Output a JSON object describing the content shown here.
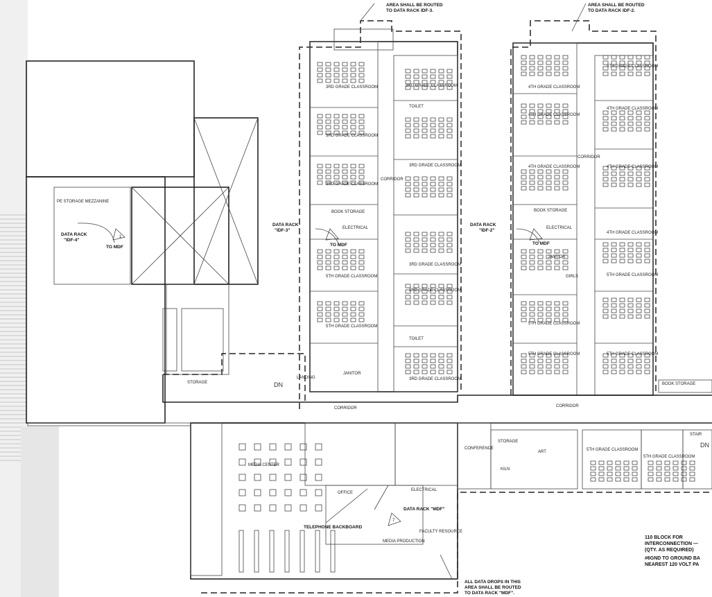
{
  "notes": {
    "idf3_callout": [
      "AREA SHALL BE ROUTED",
      "TO DATA RACK IDF-3."
    ],
    "idf2_callout": [
      "AREA SHALL BE ROUTED",
      "TO DATA RACK IDF-2."
    ],
    "mdf_callout": [
      "ALL DATA DROPS IN THIS",
      "AREA SHALL BE ROUTED",
      "TO DATA RACK \"MDF\"."
    ],
    "block_note": [
      "110 BLOCK FOR",
      "INTERCONNECTION —",
      "(QTY. AS REQUIRED)"
    ],
    "ground_note": [
      "#6GND TO GROUND BA",
      "NEAREST 120 VOLT PA"
    ]
  },
  "racks": {
    "idf4": [
      "DATA RACK",
      "\"IDF-4\""
    ],
    "idf3": [
      "DATA RACK",
      "\"IDF-3\""
    ],
    "idf2": [
      "DATA RACK",
      "\"IDF-2\""
    ],
    "mdf": "DATA RACK \"MDF\"",
    "to_mdf": "TO MDF",
    "telephone": "TELEPHONE BACKBOARD"
  },
  "rooms": {
    "pe_storage": "PE STORAGE MEZZANINE",
    "grade3": "3RD GRADE CLASSROOM",
    "grade4": "4TH GRADE CLASSROOM",
    "grade5": "5TH GRADE CLASSROOM",
    "book_storage": "BOOK STORAGE",
    "electrical": "ELECTRICAL",
    "corridor": "CORRIDOR",
    "storage": "STORAGE",
    "landing": "LANDING",
    "janitor": "JANITOR",
    "toilet": "TOILET",
    "girls": "GIRLS",
    "conference": "CONFERENCE",
    "kiln": "KILN",
    "art": "ART",
    "media_center": "MEDIA CENTER",
    "office": "OFFICE",
    "media_production": "MEDIA PRODUCTION",
    "faculty_resource": "FACULTY RESOURCE",
    "stair": "STAIR",
    "dn": "DN"
  },
  "markers": {
    "idf_number": "1",
    "mdf_number": "7"
  }
}
